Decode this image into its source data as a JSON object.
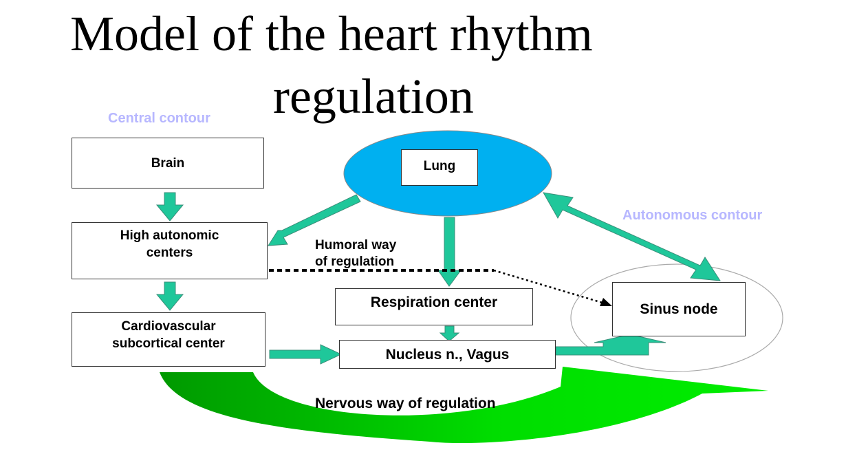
{
  "title": {
    "line1": "Model of the heart rhythm",
    "line2": "regulation"
  },
  "contours": {
    "central": "Central contour",
    "autonomous": "Autonomous contour"
  },
  "nodes": {
    "brain": "Brain",
    "lung": "Lung",
    "high_autonomic": "High autonomic\ncenters",
    "cardiovascular": "Cardiovascular\nsubcortical center",
    "respiration": "Respiration center",
    "nucleus": "Nucleus n., Vagus",
    "sinus": "Sinus node"
  },
  "pathways": {
    "humoral": "Humoral way\nof regulation",
    "nervous": "Nervous way of regulation"
  },
  "colors": {
    "lung_fill": "#00b0f0",
    "arrow_fill": "#1fc79a",
    "contour_text": "#b7b7ff",
    "nervous_arrow_light": "#00ee00",
    "nervous_arrow_dark": "#009900"
  }
}
